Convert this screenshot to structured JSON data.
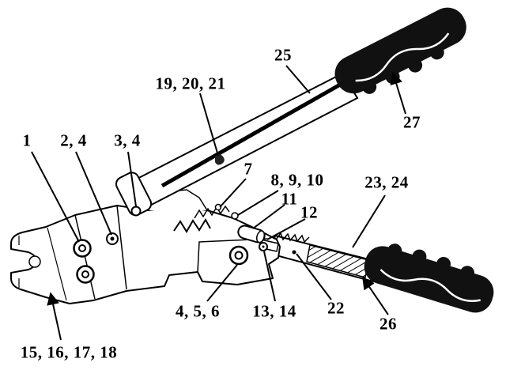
{
  "figure": {
    "kind": "parts-diagram",
    "subject": "hand crimping tool",
    "background_color": "#ffffff",
    "line_color": "#000000",
    "grip_color": "#111111"
  },
  "callouts": [
    {
      "id": "1",
      "label": "1"
    },
    {
      "id": "2-4",
      "label": "2, 4"
    },
    {
      "id": "3-4",
      "label": "3, 4"
    },
    {
      "id": "19-20-21",
      "label": "19, 20, 21"
    },
    {
      "id": "25",
      "label": "25"
    },
    {
      "id": "27",
      "label": "27"
    },
    {
      "id": "7",
      "label": "7"
    },
    {
      "id": "8-9-10",
      "label": "8, 9, 10"
    },
    {
      "id": "11",
      "label": "11"
    },
    {
      "id": "12",
      "label": "12"
    },
    {
      "id": "23-24",
      "label": "23, 24"
    },
    {
      "id": "4-5-6",
      "label": "4, 5, 6"
    },
    {
      "id": "13-14",
      "label": "13, 14"
    },
    {
      "id": "22",
      "label": "22"
    },
    {
      "id": "26",
      "label": "26"
    },
    {
      "id": "15-16-17-18",
      "label": "15, 16, 17, 18"
    }
  ]
}
